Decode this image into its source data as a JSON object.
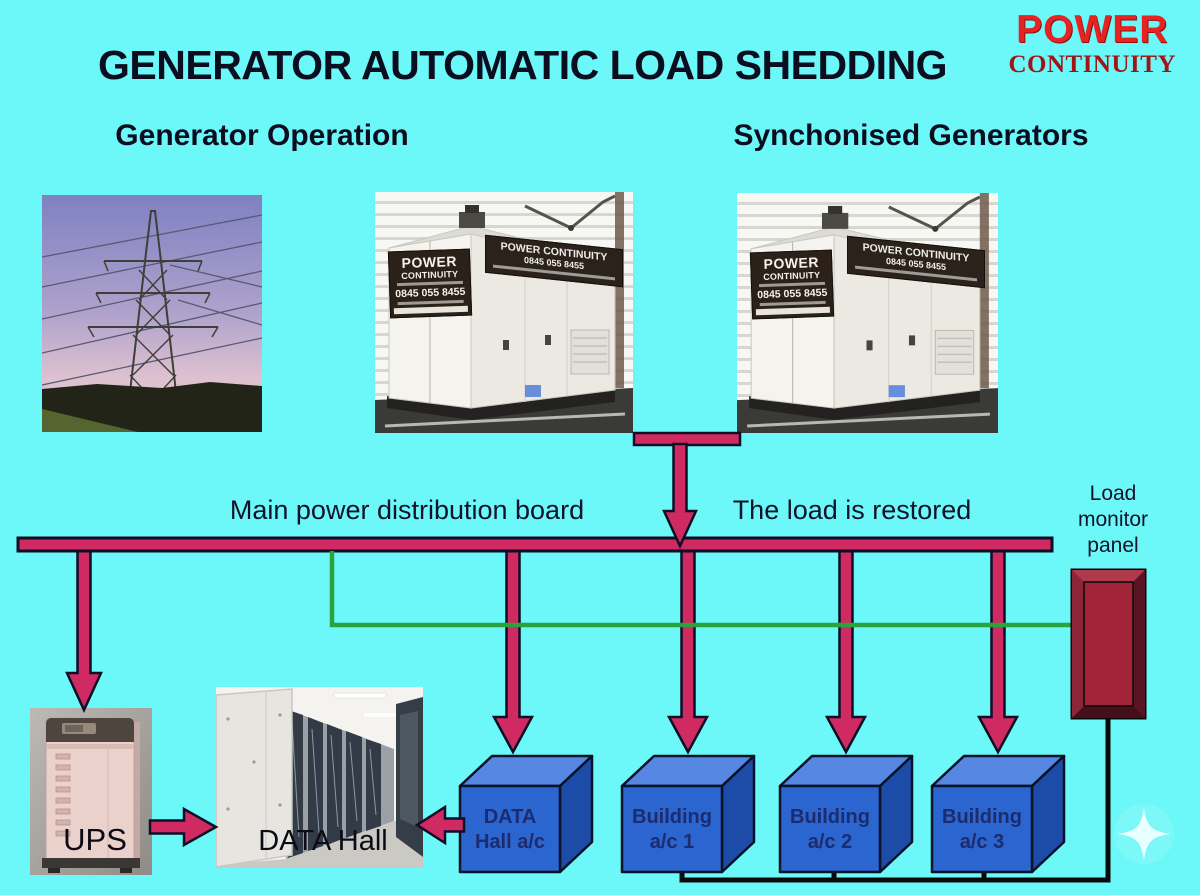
{
  "logo": {
    "line1": "POWER",
    "line2": "CONTINUITY"
  },
  "title": "GENERATOR AUTOMATIC LOAD SHEDDING",
  "headings": {
    "left": "Generator Operation",
    "right": "Synchonised Generators"
  },
  "flow": {
    "distribution_board": "Main power distribution board",
    "load_restored": "The load is restored",
    "monitor_panel": {
      "line1": "Load",
      "line2": "monitor",
      "line3": "panel"
    }
  },
  "equipment": {
    "ups_label": "UPS",
    "data_hall_label": "DATA Hall",
    "ac_units": [
      {
        "line1": "DATA",
        "line2": "Hall a/c"
      },
      {
        "line1": "Building",
        "line2": "a/c 1"
      },
      {
        "line1": "Building",
        "line2": "a/c 2"
      },
      {
        "line1": "Building",
        "line2": "a/c 3"
      }
    ]
  },
  "generator_sign": {
    "brand_line1": "POWER",
    "brand_line2": "CONTINUITY",
    "phone": "0845 055 8455",
    "side_brand": "POWER CONTINUITY"
  },
  "colors": {
    "background": "#6CF8F8",
    "power_line_crimson": "#D02A62",
    "power_line_outline": "#0E0E24",
    "monitor_line_green": "#2BA33C",
    "circuit_line_black": "#0A0A0A",
    "ac_box_blue": "#2A65D0",
    "panel_maroon": "#A02337",
    "logo_red": "#E62222",
    "logo_dark_red": "#A01616"
  }
}
